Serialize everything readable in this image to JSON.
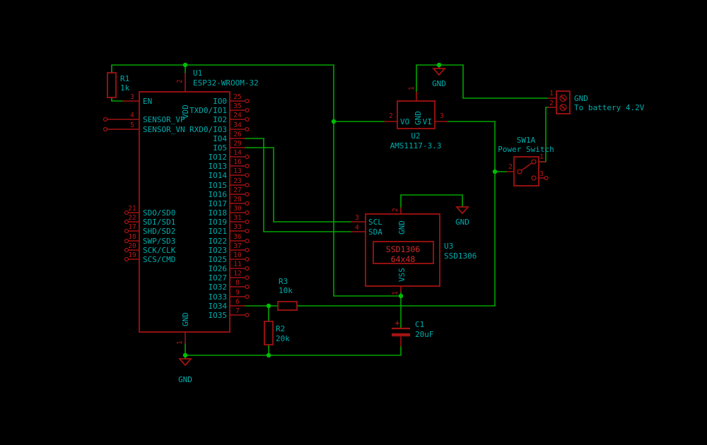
{
  "colors": {
    "background": "#000000",
    "wire_green": "#00A400",
    "junction_green": "#00BE00",
    "component_red": "#A21212",
    "pin_number_red": "#BE1616",
    "label_cyan": "#00ABAB",
    "screen_text_red": "#CE2C2C"
  },
  "labels": {
    "gnd": "GND"
  },
  "r1": {
    "ref": "R1",
    "value": "1k"
  },
  "r2": {
    "ref": "R2",
    "value": "20k"
  },
  "r3": {
    "ref": "R3",
    "value": "10k"
  },
  "c1": {
    "ref": "C1",
    "value": "20uF",
    "polarity": "+"
  },
  "u1": {
    "ref": "U1",
    "value": "ESP32-WROOM-32",
    "vdd_pin": {
      "number": "2",
      "name": "VDD"
    },
    "gnd_pin": {
      "number": "1",
      "name": "GND"
    },
    "left_pins": [
      {
        "number": "3",
        "name": "EN"
      },
      {
        "number": "4",
        "name": "SENSOR_VP"
      },
      {
        "number": "5",
        "name": "SENSOR_VN"
      },
      {
        "number": "21",
        "name": "SDO/SD0"
      },
      {
        "number": "22",
        "name": "SDI/SD1"
      },
      {
        "number": "17",
        "name": "SHD/SD2"
      },
      {
        "number": "18",
        "name": "SWP/SD3"
      },
      {
        "number": "20",
        "name": "SCK/CLK"
      },
      {
        "number": "19",
        "name": "SCS/CMD"
      }
    ],
    "right_pins": [
      {
        "number": "25",
        "name": "IO0"
      },
      {
        "number": "35",
        "name": "TXD0/IO1"
      },
      {
        "number": "24",
        "name": "IO2"
      },
      {
        "number": "34",
        "name": "RXD0/IO3"
      },
      {
        "number": "26",
        "name": "IO4"
      },
      {
        "number": "29",
        "name": "IO5"
      },
      {
        "number": "14",
        "name": "IO12"
      },
      {
        "number": "16",
        "name": "IO13"
      },
      {
        "number": "13",
        "name": "IO14"
      },
      {
        "number": "23",
        "name": "IO15"
      },
      {
        "number": "27",
        "name": "IO16"
      },
      {
        "number": "28",
        "name": "IO17"
      },
      {
        "number": "30",
        "name": "IO18"
      },
      {
        "number": "31",
        "name": "IO19"
      },
      {
        "number": "33",
        "name": "IO21"
      },
      {
        "number": "36",
        "name": "IO22"
      },
      {
        "number": "37",
        "name": "IO23"
      },
      {
        "number": "10",
        "name": "IO25"
      },
      {
        "number": "11",
        "name": "IO26"
      },
      {
        "number": "12",
        "name": "IO27"
      },
      {
        "number": "8",
        "name": "IO32"
      },
      {
        "number": "9",
        "name": "IO33"
      },
      {
        "number": "6",
        "name": "IO34"
      },
      {
        "number": "7",
        "name": "IO35"
      }
    ]
  },
  "u2": {
    "ref": "U2",
    "value": "AMS1117-3.3",
    "pins": {
      "gnd": {
        "number": "1",
        "name": "GND"
      },
      "vo": {
        "number": "2",
        "name": "VO"
      },
      "vi": {
        "number": "3",
        "name": "VI"
      }
    }
  },
  "u3": {
    "ref": "U3",
    "value": "SSD1306",
    "screen_line1": "SSD1306",
    "screen_line2": "64x48",
    "pins": {
      "scl": {
        "number": "3",
        "name": "SCL"
      },
      "sda": {
        "number": "4",
        "name": "SDA"
      },
      "gnd": {
        "number": "2",
        "name": "GND"
      },
      "vss": {
        "number": "1",
        "name": "VSS"
      }
    }
  },
  "sw1": {
    "ref": "SW1A",
    "value": "Power Switch",
    "pins": {
      "p1": "1",
      "p2": "2",
      "p3": "3"
    }
  },
  "j1": {
    "pins": [
      {
        "number": "1",
        "label": "GND"
      },
      {
        "number": "2",
        "label": "To battery 4.2V"
      }
    ]
  }
}
